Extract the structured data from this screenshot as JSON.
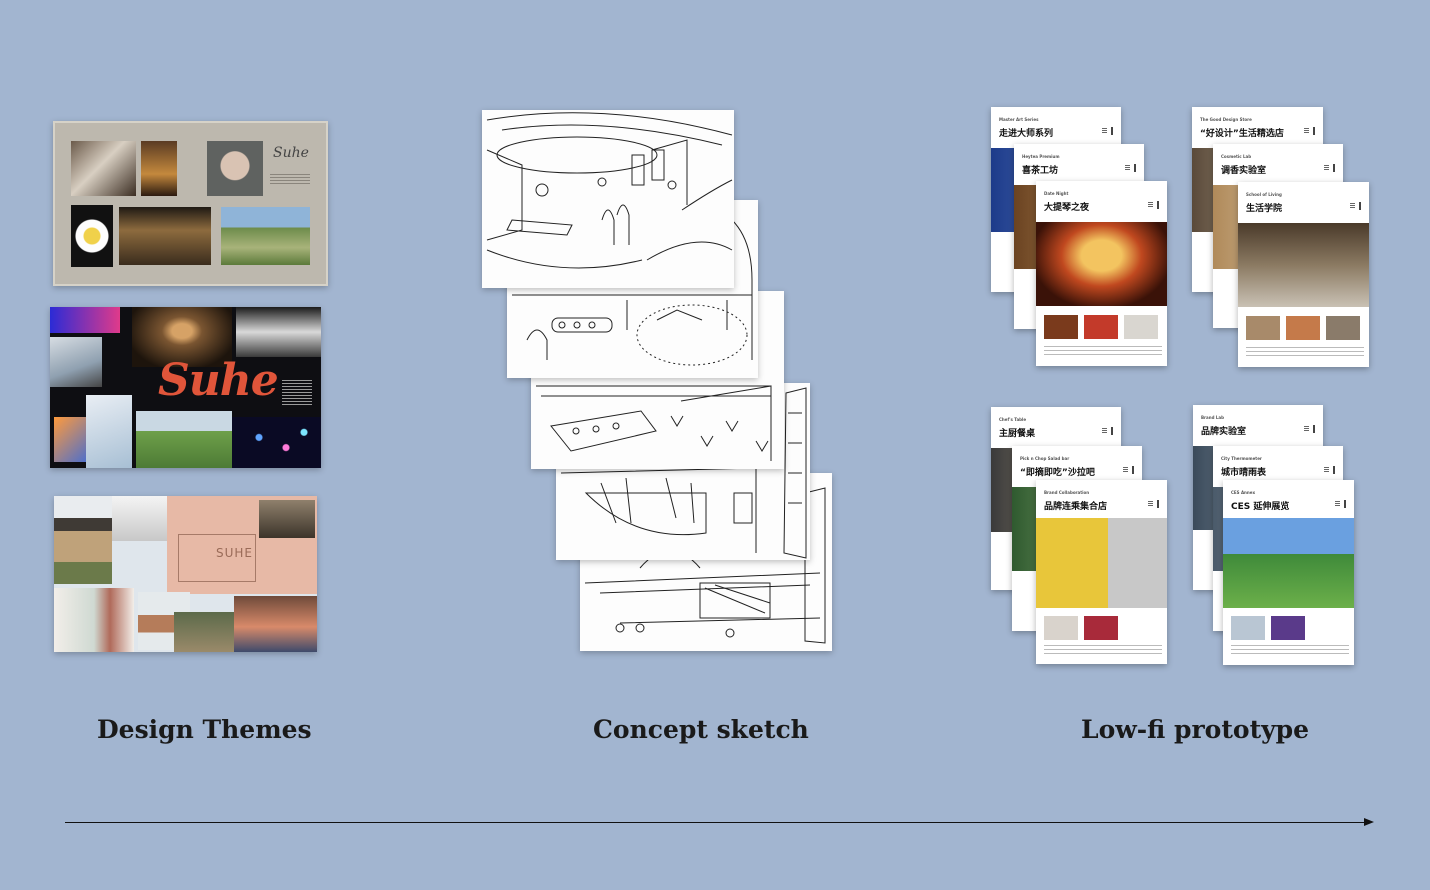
{
  "captions": {
    "themes": "Design Themes",
    "sketch": "Concept sketch",
    "prototype": "Low-fi prototype"
  },
  "themes": {
    "theme1_logo": "Suhe",
    "theme2_logo": "Suhe",
    "theme3_logo": "SUHE"
  },
  "prototype": {
    "group1": [
      {
        "eyebrow": "Master Art Series",
        "title": "走进大师系列"
      },
      {
        "eyebrow": "Heytea Premium",
        "title": "喜茶工坊"
      },
      {
        "eyebrow": "Date Night",
        "title": "大提琴之夜"
      }
    ],
    "group2": [
      {
        "eyebrow": "The Good Design Store",
        "title": "“好设计”生活精选店"
      },
      {
        "eyebrow": "Cosmetic Lab",
        "title": "调香实验室"
      },
      {
        "eyebrow": "School of Living",
        "title": "生活学院"
      }
    ],
    "group3": [
      {
        "eyebrow": "Chef's Table",
        "title": "主厨餐桌"
      },
      {
        "eyebrow": "Pick n Chop Salad bar",
        "title": "“即摘即吃”沙拉吧"
      },
      {
        "eyebrow": "Brand Collaboration",
        "title": "品牌连乘集合店"
      }
    ],
    "group4": [
      {
        "eyebrow": "Brand Lab",
        "title": "品牌实验室"
      },
      {
        "eyebrow": "City Thermometer",
        "title": "城市晴雨表"
      },
      {
        "eyebrow": "CES Annex",
        "title": "CES 延伸展览"
      }
    ]
  },
  "colors": {
    "background": "#a2b5d0",
    "theme_accent": "#e0553a",
    "pink_panel": "#e7b9a6"
  }
}
